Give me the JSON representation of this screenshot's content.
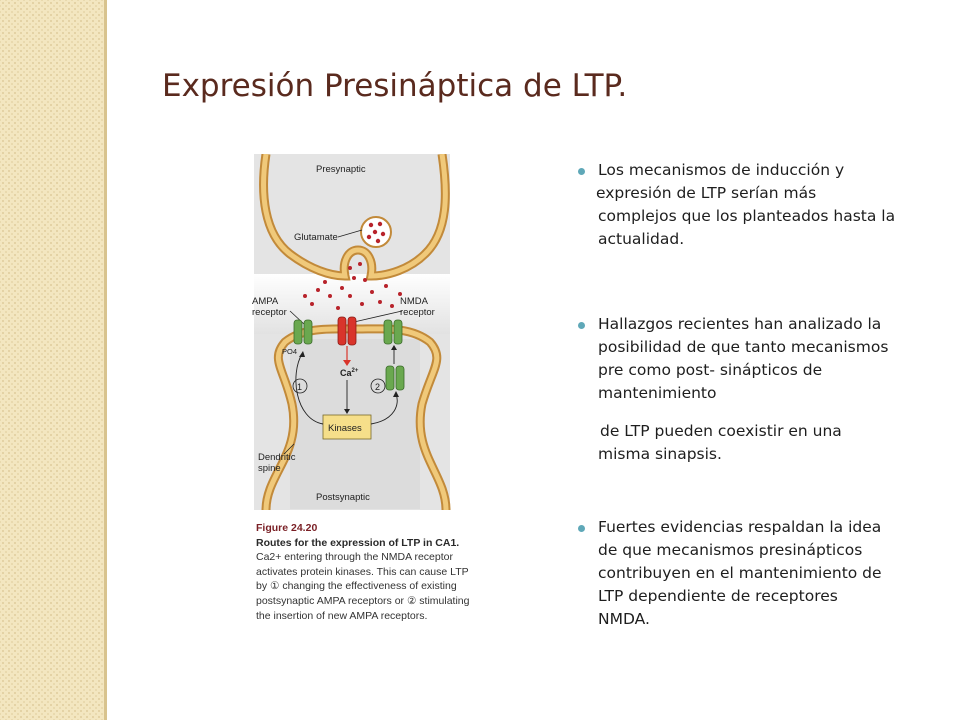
{
  "slide": {
    "title": "Expresión Presináptica de LTP."
  },
  "figure": {
    "labels": {
      "presynaptic": "Presynaptic",
      "glutamate": "Glutamate",
      "ampa_line1": "AMPA",
      "ampa_line2": "receptor",
      "nmda_line1": "NMDA",
      "nmda_line2": "receptor",
      "po4": "PO4",
      "calcium": "Ca",
      "calcium_sup": "2+",
      "kinases": "Kinases",
      "route1": "1",
      "route2": "2",
      "dendritic_line1": "Dendritic",
      "dendritic_line2": "spine",
      "postsynaptic": "Postsynaptic"
    },
    "caption": {
      "number": "Figure 24.20",
      "title": "Routes for the expression of LTP in CA1.",
      "body": "Ca2+ entering through the NMDA receptor activates protein kinases. This can cause LTP by ① changing the effectiveness of existing postsynaptic AMPA receptors or ② stimulating the insertion of new AMPA receptors."
    }
  },
  "bullets": [
    {
      "text": "Los mecanismos de  inducción y",
      "continuation": [
        "expresión de LTP serían más",
        "complejos que los planteados hasta la",
        "actualidad."
      ]
    },
    {
      "text": "Hallazgos recientes han analizado la",
      "more_lines": [
        "posibilidad de que tanto mecanismos",
        "pre como post- sinápticos de",
        "mantenimiento"
      ],
      "continuation": [
        "de LTP pueden coexistir en una",
        "misma sinapsis."
      ]
    },
    {
      "text": "Fuertes evidencias respaldan la idea",
      "more_lines": [
        "de que mecanismos presinápticos",
        "contribuyen en el mantenimiento de",
        "LTP dependiente de receptores",
        "NMDA."
      ]
    }
  ],
  "colors": {
    "title": "#5a2a1e",
    "bullet_marker": "#5fa8b8",
    "side_strip": "#f3e6c0",
    "membrane_outer": "#c28a3a",
    "membrane_fill": "#f0c97a",
    "ampa_receptor": "#6aa84f",
    "nmda_receptor": "#d9342b",
    "kinases_box": "#f6df8a",
    "glutamate_dots": "#b8232b"
  }
}
